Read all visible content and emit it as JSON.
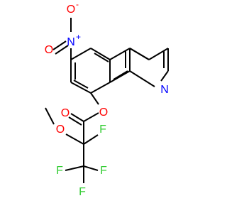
{
  "molecule": {
    "labels": {
      "nitro_o_top": "O",
      "nitro_o_top_charge": "-",
      "nitro_n": "N",
      "nitro_n_charge": "+",
      "nitro_o_left": "O",
      "ring_n": "N",
      "ester_o_carbonyl": "O",
      "ester_o_link": "O",
      "methoxy_o": "O",
      "f_alpha": "F",
      "f_1": "F",
      "f_2": "F",
      "f_3": "F"
    },
    "colors": {
      "oxygen": "#ff0000",
      "nitrogen": "#0000ff",
      "fluorine": "#33cc33",
      "bond": "#000000"
    }
  }
}
